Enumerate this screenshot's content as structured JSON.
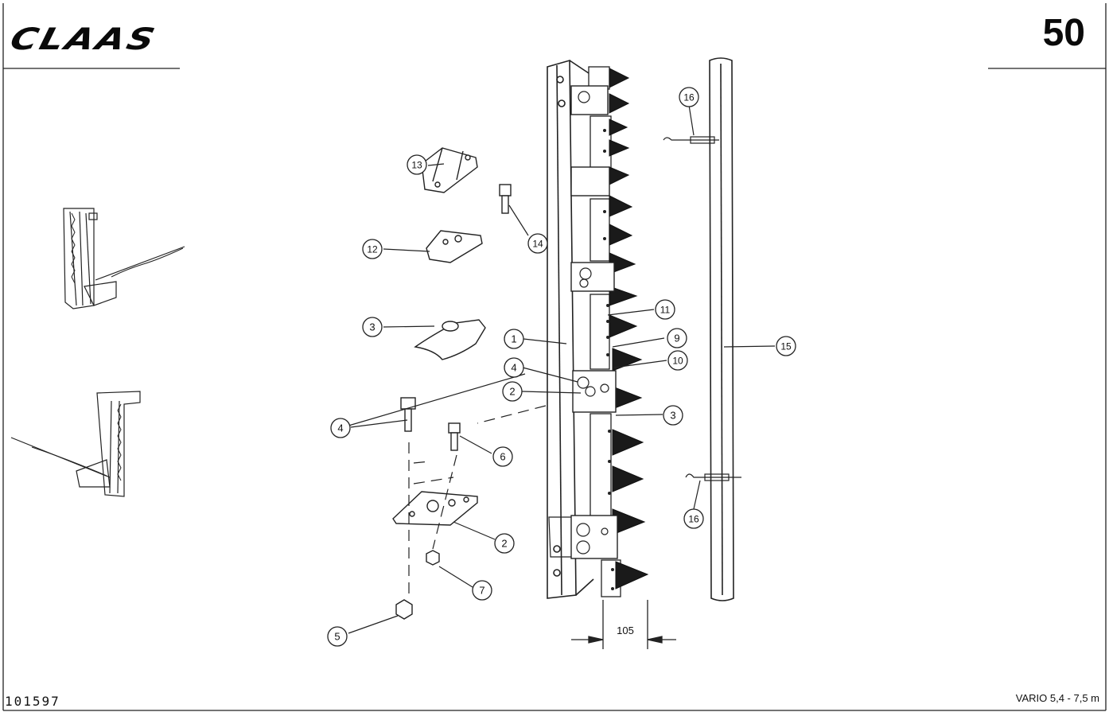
{
  "header": {
    "brand": "CLAAS",
    "page_number": "50"
  },
  "footer": {
    "document_number": "101597",
    "model": "VARIO 5,4 - 7,5 m"
  },
  "dimension": {
    "label": "105"
  },
  "callouts": [
    "1",
    "2",
    "3",
    "4",
    "5",
    "6",
    "7",
    "9",
    "10",
    "11",
    "12",
    "13",
    "14",
    "15",
    "16"
  ]
}
